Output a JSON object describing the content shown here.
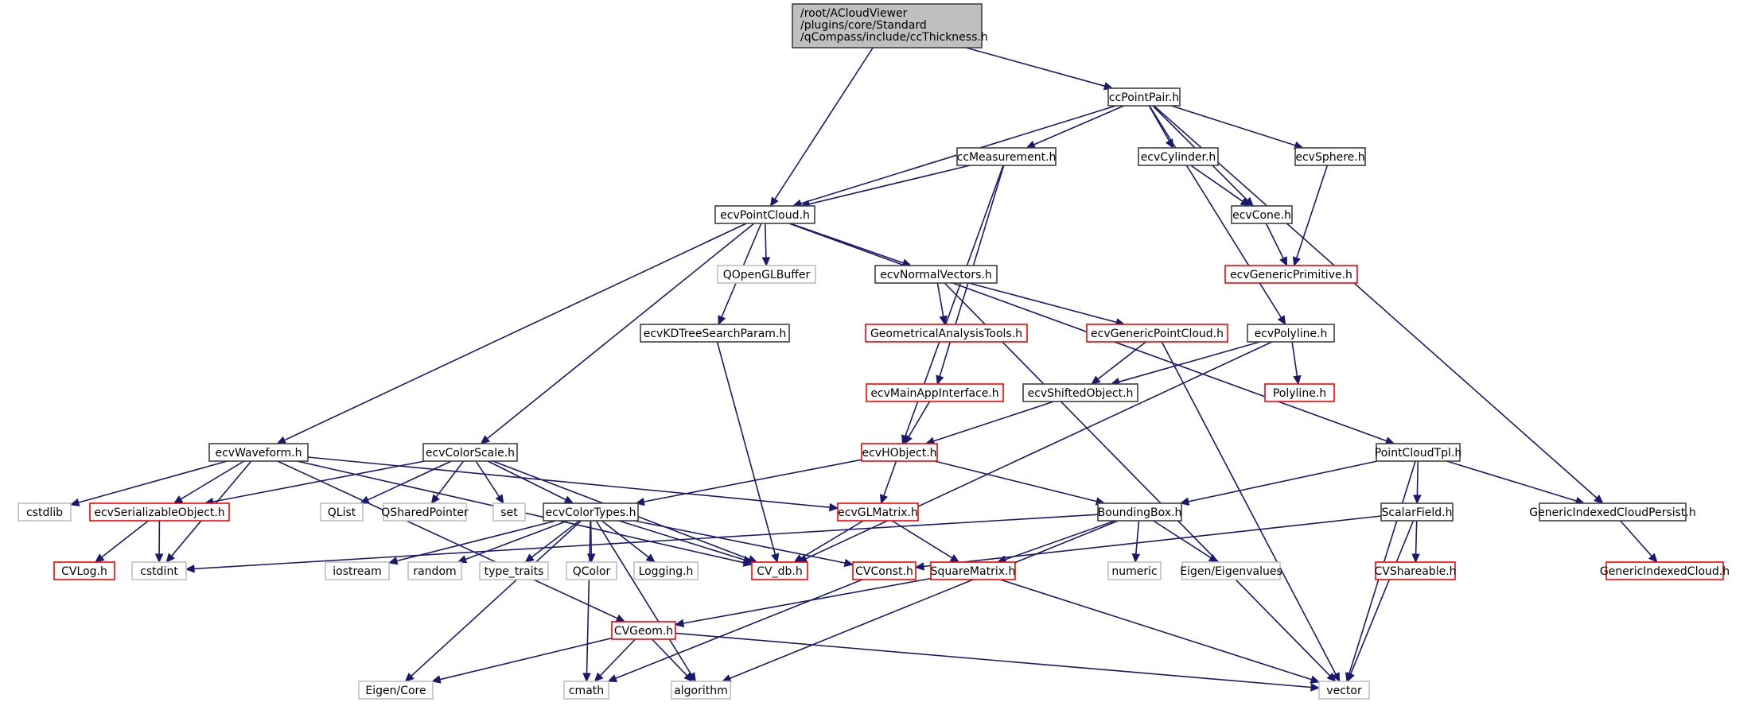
{
  "diagram": {
    "type": "include-dependency-graph",
    "colors": {
      "edge": "#191970",
      "root_fill": "#bfbfbf",
      "root_border": "#404040",
      "documented_border": "#404040",
      "undocumented_border": "#ff0000",
      "external_border": "#bfbfbf",
      "text": "#000000"
    },
    "nodes": [
      {
        "id": "root",
        "label": [
          "/root/ACloudViewer",
          "/plugins/core/Standard",
          "/qCompass/include/ccThickness.h"
        ],
        "kind": "root"
      },
      {
        "id": "ccPointPair",
        "label": [
          "ccPointPair.h"
        ],
        "kind": "documented"
      },
      {
        "id": "ccMeasurement",
        "label": [
          "ccMeasurement.h"
        ],
        "kind": "documented"
      },
      {
        "id": "ecvCylinder",
        "label": [
          "ecvCylinder.h"
        ],
        "kind": "documented"
      },
      {
        "id": "ecvSphere",
        "label": [
          "ecvSphere.h"
        ],
        "kind": "documented"
      },
      {
        "id": "ecvPointCloud",
        "label": [
          "ecvPointCloud.h"
        ],
        "kind": "documented"
      },
      {
        "id": "ecvCone",
        "label": [
          "ecvCone.h"
        ],
        "kind": "documented"
      },
      {
        "id": "QOpenGLBuffer",
        "label": [
          "QOpenGLBuffer"
        ],
        "kind": "external"
      },
      {
        "id": "ecvNormalVectors",
        "label": [
          "ecvNormalVectors.h"
        ],
        "kind": "documented"
      },
      {
        "id": "ecvGenericPrimitive",
        "label": [
          "ecvGenericPrimitive.h"
        ],
        "kind": "undocumented"
      },
      {
        "id": "ecvKDTreeSearchParam",
        "label": [
          "ecvKDTreeSearchParam.h"
        ],
        "kind": "documented"
      },
      {
        "id": "GeometricalAnalysisTools",
        "label": [
          "GeometricalAnalysisTools.h"
        ],
        "kind": "undocumented"
      },
      {
        "id": "ecvGenericPointCloud",
        "label": [
          "ecvGenericPointCloud.h"
        ],
        "kind": "undocumented"
      },
      {
        "id": "ecvPolyline",
        "label": [
          "ecvPolyline.h"
        ],
        "kind": "documented"
      },
      {
        "id": "ecvMainAppInterface",
        "label": [
          "ecvMainAppInterface.h"
        ],
        "kind": "undocumented"
      },
      {
        "id": "ecvShiftedObject",
        "label": [
          "ecvShiftedObject.h"
        ],
        "kind": "documented"
      },
      {
        "id": "Polyline",
        "label": [
          "Polyline.h"
        ],
        "kind": "undocumented"
      },
      {
        "id": "ecvWaveform",
        "label": [
          "ecvWaveform.h"
        ],
        "kind": "documented"
      },
      {
        "id": "ecvColorScale",
        "label": [
          "ecvColorScale.h"
        ],
        "kind": "documented"
      },
      {
        "id": "ecvHObject",
        "label": [
          "ecvHObject.h"
        ],
        "kind": "undocumented"
      },
      {
        "id": "PointCloudTpl",
        "label": [
          "PointCloudTpl.h"
        ],
        "kind": "documented"
      },
      {
        "id": "cstdlib",
        "label": [
          "cstdlib"
        ],
        "kind": "external"
      },
      {
        "id": "ecvSerializableObject",
        "label": [
          "ecvSerializableObject.h"
        ],
        "kind": "undocumented"
      },
      {
        "id": "QList",
        "label": [
          "QList"
        ],
        "kind": "external"
      },
      {
        "id": "QSharedPointer",
        "label": [
          "QSharedPointer"
        ],
        "kind": "external"
      },
      {
        "id": "set",
        "label": [
          "set"
        ],
        "kind": "external"
      },
      {
        "id": "ecvColorTypes",
        "label": [
          "ecvColorTypes.h"
        ],
        "kind": "documented"
      },
      {
        "id": "ecvGLMatrix",
        "label": [
          "ecvGLMatrix.h"
        ],
        "kind": "undocumented"
      },
      {
        "id": "BoundingBox",
        "label": [
          "BoundingBox.h"
        ],
        "kind": "documented"
      },
      {
        "id": "ScalarField",
        "label": [
          "ScalarField.h"
        ],
        "kind": "documented"
      },
      {
        "id": "GenericIndexedCloudPersist",
        "label": [
          "GenericIndexedCloudPersist.h"
        ],
        "kind": "documented"
      },
      {
        "id": "CVLog",
        "label": [
          "CVLog.h"
        ],
        "kind": "undocumented"
      },
      {
        "id": "cstdint",
        "label": [
          "cstdint"
        ],
        "kind": "external"
      },
      {
        "id": "iostream",
        "label": [
          "iostream"
        ],
        "kind": "external"
      },
      {
        "id": "random",
        "label": [
          "random"
        ],
        "kind": "external"
      },
      {
        "id": "type_traits",
        "label": [
          "type_traits"
        ],
        "kind": "external"
      },
      {
        "id": "QColor",
        "label": [
          "QColor"
        ],
        "kind": "external"
      },
      {
        "id": "Logging",
        "label": [
          "Logging.h"
        ],
        "kind": "external"
      },
      {
        "id": "CV_db",
        "label": [
          "CV_db.h"
        ],
        "kind": "undocumented"
      },
      {
        "id": "CVConst",
        "label": [
          "CVConst.h"
        ],
        "kind": "undocumented"
      },
      {
        "id": "SquareMatrix",
        "label": [
          "SquareMatrix.h"
        ],
        "kind": "undocumented"
      },
      {
        "id": "numeric",
        "label": [
          "numeric"
        ],
        "kind": "external"
      },
      {
        "id": "EigenEigenvalues",
        "label": [
          "Eigen/Eigenvalues"
        ],
        "kind": "external"
      },
      {
        "id": "CVShareable",
        "label": [
          "CVShareable.h"
        ],
        "kind": "undocumented"
      },
      {
        "id": "GenericIndexedCloud",
        "label": [
          "GenericIndexedCloud.h"
        ],
        "kind": "undocumented"
      },
      {
        "id": "CVGeom",
        "label": [
          "CVGeom.h"
        ],
        "kind": "undocumented"
      },
      {
        "id": "EigenCore",
        "label": [
          "Eigen/Core"
        ],
        "kind": "external"
      },
      {
        "id": "cmath",
        "label": [
          "cmath"
        ],
        "kind": "external"
      },
      {
        "id": "algorithm",
        "label": [
          "algorithm"
        ],
        "kind": "external"
      },
      {
        "id": "vector",
        "label": [
          "vector"
        ],
        "kind": "external"
      }
    ],
    "edges": [
      [
        "root",
        "ecvPointCloud"
      ],
      [
        "root",
        "ccPointPair"
      ],
      [
        "ccPointPair",
        "ecvPointCloud"
      ],
      [
        "ccPointPair",
        "ccMeasurement"
      ],
      [
        "ccPointPair",
        "ecvPolyline"
      ],
      [
        "ccPointPair",
        "ecvCylinder"
      ],
      [
        "ccPointPair",
        "ecvCone"
      ],
      [
        "ccPointPair",
        "ecvSphere"
      ],
      [
        "ccPointPair",
        "GenericIndexedCloudPersist"
      ],
      [
        "ccMeasurement",
        "ecvPointCloud"
      ],
      [
        "ccMeasurement",
        "ecvHObject"
      ],
      [
        "ccMeasurement",
        "ecvMainAppInterface"
      ],
      [
        "ecvCylinder",
        "ecvCone"
      ],
      [
        "ecvCone",
        "ecvGenericPrimitive"
      ],
      [
        "ecvSphere",
        "ecvGenericPrimitive"
      ],
      [
        "ecvPointCloud",
        "ecvWaveform"
      ],
      [
        "ecvPointCloud",
        "ecvColorScale"
      ],
      [
        "ecvPointCloud",
        "ecvKDTreeSearchParam"
      ],
      [
        "ecvPointCloud",
        "QOpenGLBuffer"
      ],
      [
        "ecvPointCloud",
        "ecvNormalVectors"
      ],
      [
        "ecvPointCloud",
        "PointCloudTpl"
      ],
      [
        "ecvNormalVectors",
        "GeometricalAnalysisTools"
      ],
      [
        "ecvNormalVectors",
        "ecvGenericPointCloud"
      ],
      [
        "ecvNormalVectors",
        "vector"
      ],
      [
        "ecvGenericPointCloud",
        "ecvShiftedObject"
      ],
      [
        "ecvGenericPointCloud",
        "vector"
      ],
      [
        "ecvPolyline",
        "ecvShiftedObject"
      ],
      [
        "ecvPolyline",
        "Polyline"
      ],
      [
        "ecvPolyline",
        "CV_db"
      ],
      [
        "ecvKDTreeSearchParam",
        "CV_db"
      ],
      [
        "ecvMainAppInterface",
        "ecvHObject"
      ],
      [
        "ecvShiftedObject",
        "ecvHObject"
      ],
      [
        "ecvHObject",
        "ecvColorTypes"
      ],
      [
        "ecvHObject",
        "ecvGLMatrix"
      ],
      [
        "ecvHObject",
        "BoundingBox"
      ],
      [
        "ecvWaveform",
        "cstdlib"
      ],
      [
        "ecvWaveform",
        "ecvSerializableObject"
      ],
      [
        "ecvWaveform",
        "cstdint"
      ],
      [
        "ecvWaveform",
        "CVGeom"
      ],
      [
        "ecvWaveform",
        "CV_db"
      ],
      [
        "ecvWaveform",
        "ecvGLMatrix"
      ],
      [
        "ecvColorScale",
        "ecvSerializableObject"
      ],
      [
        "ecvColorScale",
        "QList"
      ],
      [
        "ecvColorScale",
        "QSharedPointer"
      ],
      [
        "ecvColorScale",
        "set"
      ],
      [
        "ecvColorScale",
        "ecvColorTypes"
      ],
      [
        "ecvColorScale",
        "CV_db"
      ],
      [
        "ecvSerializableObject",
        "CVLog"
      ],
      [
        "ecvSerializableObject",
        "cstdint"
      ],
      [
        "ecvColorTypes",
        "iostream"
      ],
      [
        "ecvColorTypes",
        "random"
      ],
      [
        "ecvColorTypes",
        "type_traits"
      ],
      [
        "ecvColorTypes",
        "QColor"
      ],
      [
        "ecvColorTypes",
        "Logging"
      ],
      [
        "ecvColorTypes",
        "CV_db"
      ],
      [
        "ecvColorTypes",
        "CVConst"
      ],
      [
        "ecvColorTypes",
        "algorithm"
      ],
      [
        "ecvColorTypes",
        "EigenCore"
      ],
      [
        "ecvColorTypes",
        "cmath"
      ],
      [
        "ecvGLMatrix",
        "CV_db"
      ],
      [
        "ecvGLMatrix",
        "SquareMatrix"
      ],
      [
        "BoundingBox",
        "cstdint"
      ],
      [
        "BoundingBox",
        "SquareMatrix"
      ],
      [
        "BoundingBox",
        "numeric"
      ],
      [
        "BoundingBox",
        "EigenEigenvalues"
      ],
      [
        "BoundingBox",
        "algorithm"
      ],
      [
        "PointCloudTpl",
        "BoundingBox"
      ],
      [
        "PointCloudTpl",
        "ScalarField"
      ],
      [
        "PointCloudTpl",
        "GenericIndexedCloudPersist"
      ],
      [
        "PointCloudTpl",
        "vector"
      ],
      [
        "ScalarField",
        "CVConst"
      ],
      [
        "ScalarField",
        "CVShareable"
      ],
      [
        "ScalarField",
        "vector"
      ],
      [
        "GenericIndexedCloudPersist",
        "GenericIndexedCloud"
      ],
      [
        "SquareMatrix",
        "CVGeom"
      ],
      [
        "SquareMatrix",
        "vector"
      ],
      [
        "CVConst",
        "cmath"
      ],
      [
        "CVGeom",
        "EigenCore"
      ],
      [
        "CVGeom",
        "cmath"
      ],
      [
        "CVGeom",
        "algorithm"
      ],
      [
        "CVGeom",
        "vector"
      ]
    ]
  }
}
